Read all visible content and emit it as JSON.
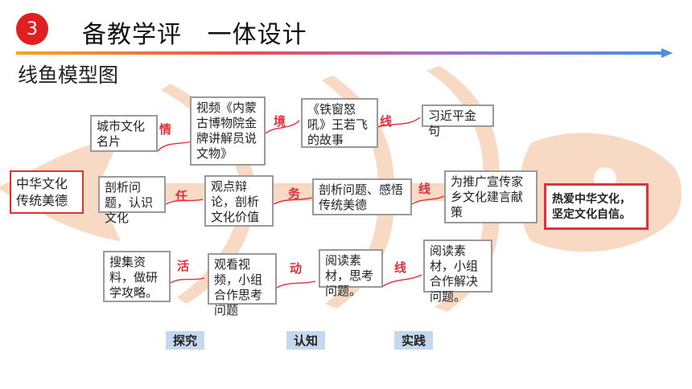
{
  "header": {
    "number": "3",
    "title": "备教学评   一体设计",
    "subtitle": "线鱼模型图"
  },
  "diagram": {
    "head_text": "中华文化传统美德",
    "tail_text": "热爱中华文化，坚定文化自信。",
    "top_row": [
      {
        "text": "城市文化名片",
        "label": "情"
      },
      {
        "text": "视频《内蒙古博物院金牌讲解员说文物》",
        "label": "境"
      },
      {
        "text": "《铁窗怒吼》王若飞的故事",
        "label": "线"
      },
      {
        "text": "习近平金句"
      }
    ],
    "mid_row": [
      {
        "text": "剖析问题，认识文化",
        "label": "任"
      },
      {
        "text": "观点辩论，剖析文化价值",
        "label": "务"
      },
      {
        "text": "剖析问题、感悟传统美德",
        "label": "线"
      },
      {
        "text": "为推广宣传家乡文化建言献策"
      }
    ],
    "bottom_row": [
      {
        "text": "搜集资料，做研学攻略。",
        "label": "活"
      },
      {
        "text": "观看视频，小组合作思考问题",
        "label": "动"
      },
      {
        "text": "阅读素材，思考问题。",
        "label": "线"
      },
      {
        "text": "阅读素材，小组合作解决问题。"
      }
    ],
    "stages": [
      "探究",
      "认知",
      "实践"
    ]
  },
  "colors": {
    "accent_red": "#e0303a",
    "fish_body": "#f7d9c4",
    "stage_pill": "#c5d9ee"
  }
}
